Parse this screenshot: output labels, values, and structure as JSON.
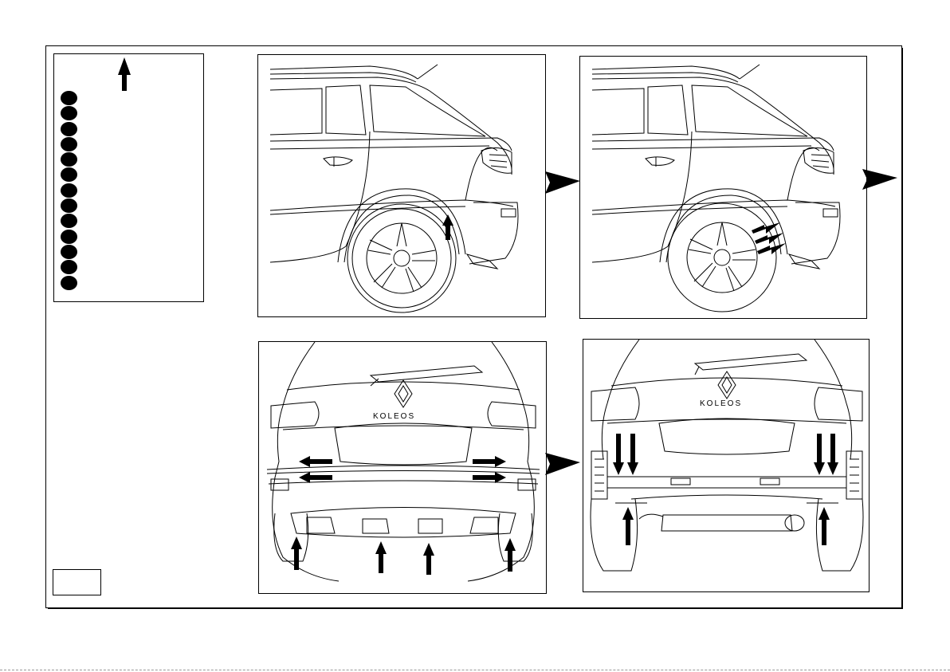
{
  "legend": {
    "items": [
      "",
      "",
      "",
      "",
      "",
      "",
      "",
      "",
      "",
      "",
      "",
      "",
      ""
    ]
  },
  "reference_box": "",
  "panels": [
    {
      "id": "side-rear-wheel-liner"
    },
    {
      "id": "side-rear-wheel-liner-fasteners"
    },
    {
      "id": "rear-bumper-outer"
    },
    {
      "id": "rear-bumper-removed"
    }
  ],
  "vehicle": {
    "badge_text": "KOLEOS"
  },
  "colors": {
    "line": "#000000",
    "background": "#ffffff"
  }
}
